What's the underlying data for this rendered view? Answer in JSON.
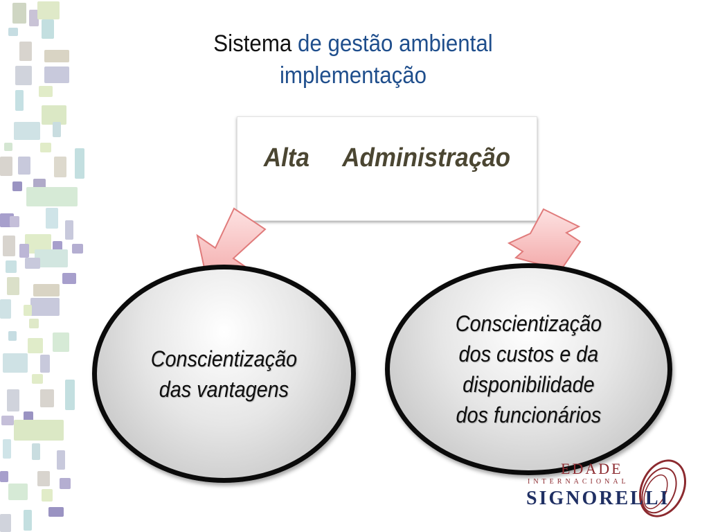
{
  "title": {
    "part1": "Sistema",
    "part2": " de gestão ambiental",
    "line2": "implementação"
  },
  "admin_box": {
    "label": "Alta     Administração"
  },
  "nodes": {
    "left": "Conscientização\ndas   vantagens",
    "right": "Conscientização\ndos  custos  e da\ndisponibilidade\ndos funcionários"
  },
  "logo": {
    "line1": "EDADE",
    "line2": "INTERNACIONAL",
    "line3": "SIGNORELLI",
    "icon": "signorelli-swirl-logo"
  },
  "colors": {
    "title_blue": "#1f4e8c",
    "admin_text": "#4b4632",
    "arrow_fill": "#f5b8b8",
    "logo_red": "#8c2a2f",
    "logo_blue": "#1f2f63"
  }
}
